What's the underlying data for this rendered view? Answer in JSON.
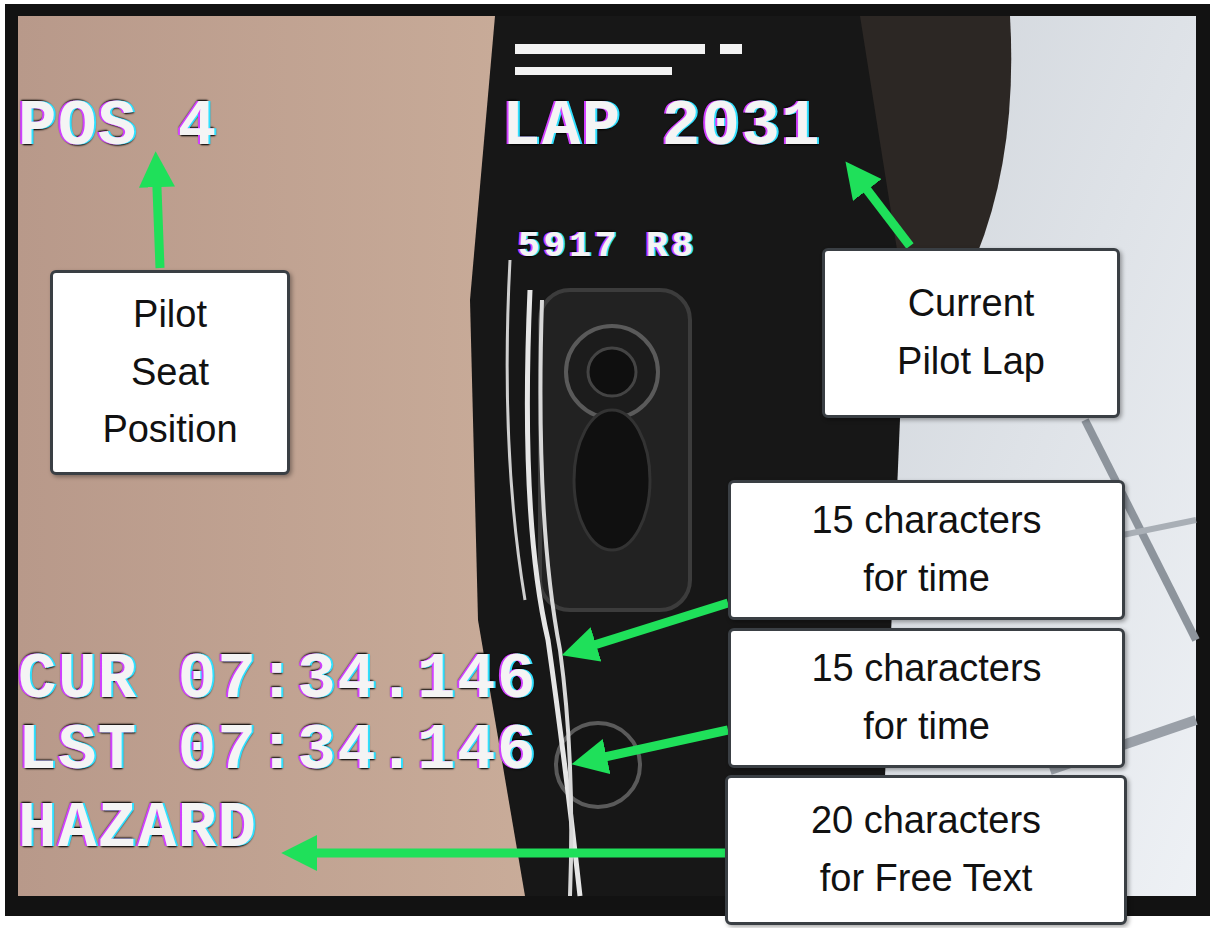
{
  "diagram": {
    "nodes": [
      {
        "text": [
          "Pilot Seat Position"
        ]
      },
      {
        "text": [
          "Current Pilot Lap"
        ]
      },
      {
        "text": [
          "15 characters for time"
        ]
      },
      {
        "text": [
          "15 characters for time"
        ]
      },
      {
        "text": [
          "20 characters for Free Text"
        ]
      }
    ],
    "labels": [
      "POS 4",
      "LAP 2031",
      "5917 R8",
      "CUR 07:34.146",
      "LST 07:34.146",
      "HAZARD"
    ]
  }
}
